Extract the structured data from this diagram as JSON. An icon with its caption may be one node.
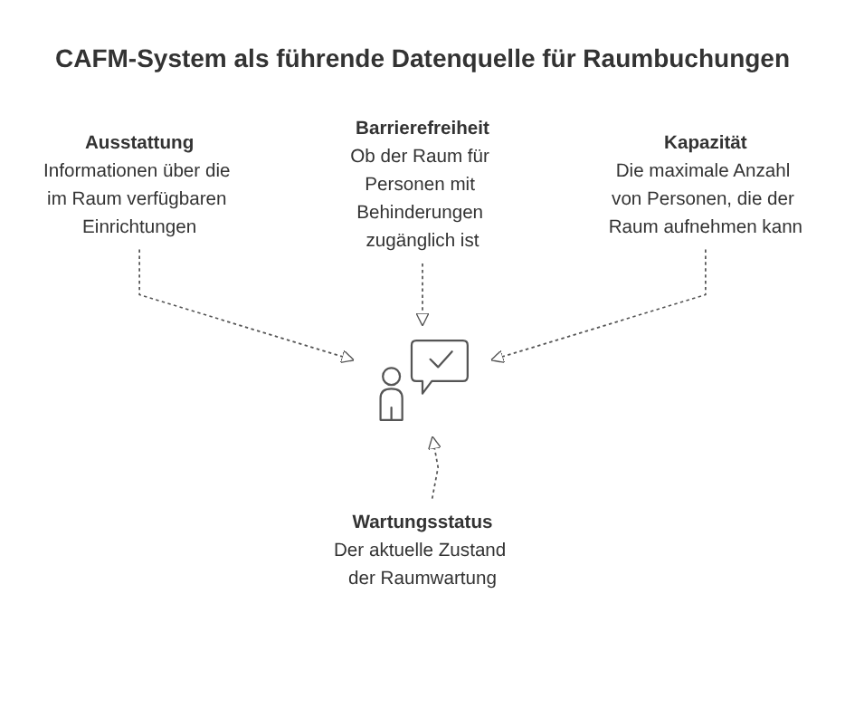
{
  "diagram": {
    "title": "CAFM-System als führende Datenquelle für Raumbuchungen",
    "nodes": [
      {
        "text": [
          "Ausstattung",
          "Informationen über die im Raum verfügbaren Einrichtungen"
        ]
      },
      {
        "text": [
          "Barrierefreiheit",
          "Ob der Raum für Personen mit Behinderungen zugänglich ist"
        ]
      },
      {
        "text": [],
        "shape": "picture"
      },
      {
        "text": [
          "Kapazität",
          "Die maximale Anzahl von Personen, die der Raum aufnehmen kann"
        ]
      },
      {
        "text": [
          "Wartungsstatus",
          "Der aktuelle Zustand der Raumwartung"
        ]
      }
    ],
    "edges": [
      {
        "from": 0,
        "to": 2,
        "arrow": "to",
        "style": "dashed"
      },
      {
        "from": 1,
        "to": 2,
        "arrow": "to",
        "style": "dashed"
      },
      {
        "from": 3,
        "to": 2,
        "arrow": "to",
        "style": "dashed"
      },
      {
        "from": 4,
        "to": 2,
        "arrow": "to",
        "style": "dashed"
      }
    ]
  }
}
